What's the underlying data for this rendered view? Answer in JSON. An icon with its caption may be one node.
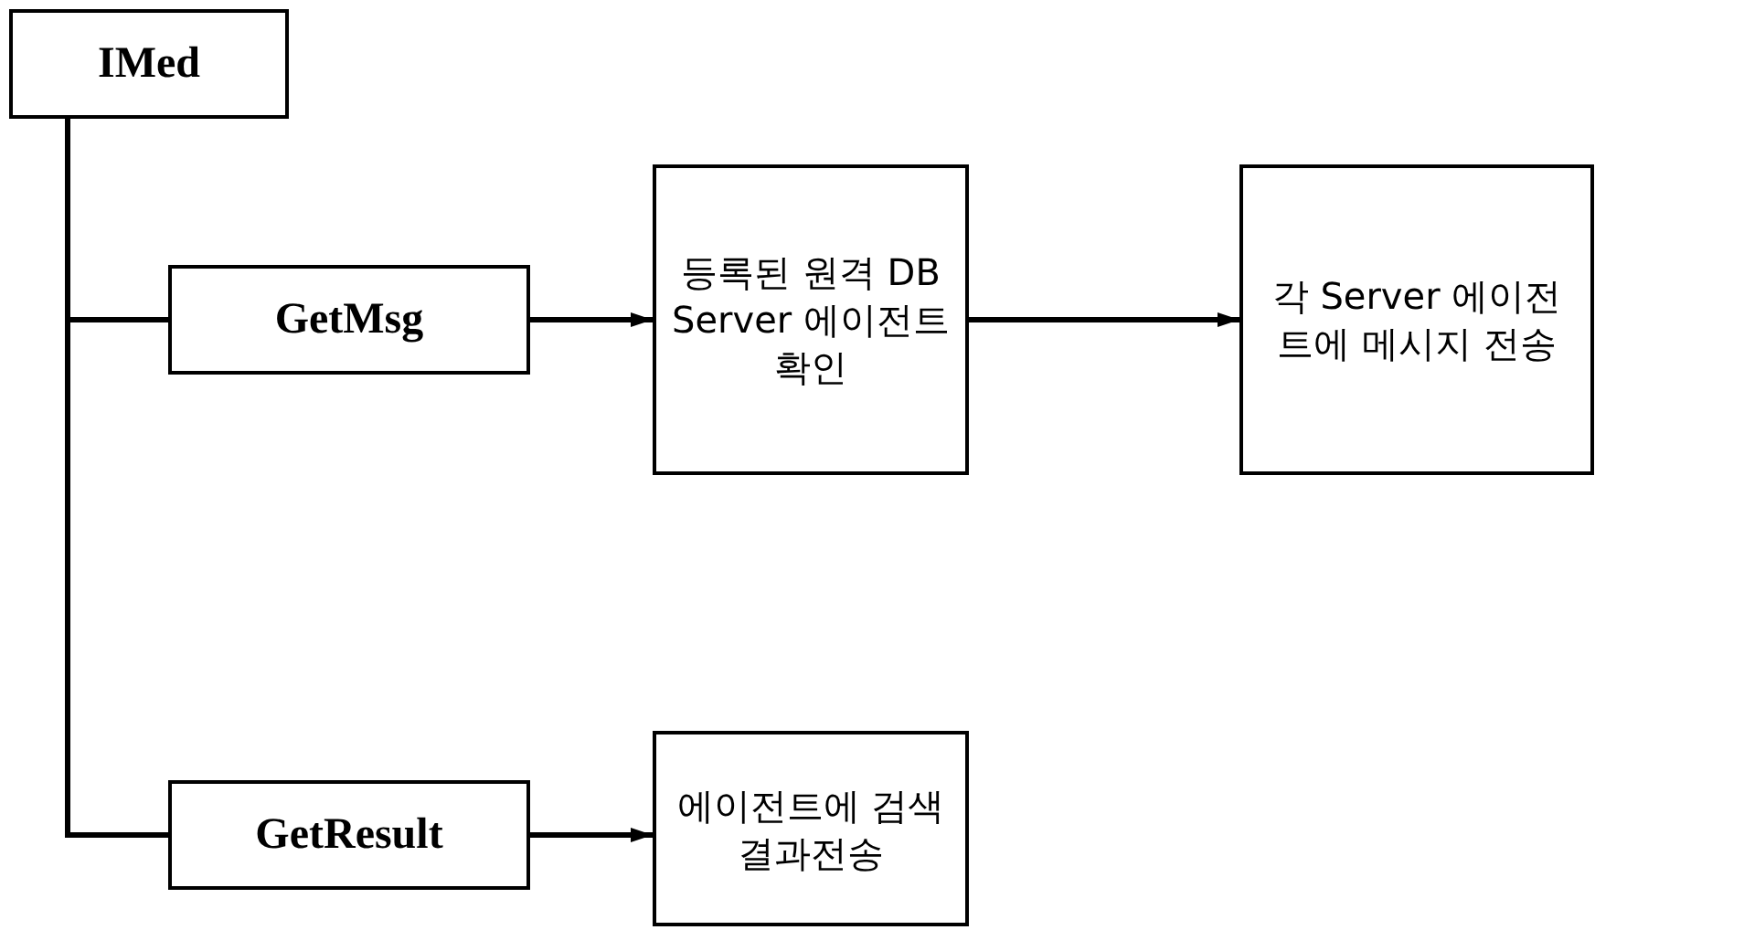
{
  "diagram": {
    "nodes": [
      {
        "text": [
          "IMed"
        ]
      },
      {
        "text": [
          "GetMsg"
        ]
      },
      {
        "text": [
          "등록된 원격 DB Server 에이전트 확인"
        ]
      },
      {
        "text": [
          "각 Server 에이전트에 메시지 전송"
        ]
      },
      {
        "text": [
          "GetResult"
        ]
      },
      {
        "text": [
          "에이전트에 검색결과전송"
        ]
      }
    ],
    "edges": [
      {
        "from": 0,
        "to": 1,
        "arrow": "none"
      },
      {
        "from": 0,
        "to": 4,
        "arrow": "none"
      },
      {
        "from": 1,
        "to": 2,
        "arrow": "to"
      },
      {
        "from": 2,
        "to": 3,
        "arrow": "to"
      },
      {
        "from": 4,
        "to": 5,
        "arrow": "to"
      }
    ]
  }
}
